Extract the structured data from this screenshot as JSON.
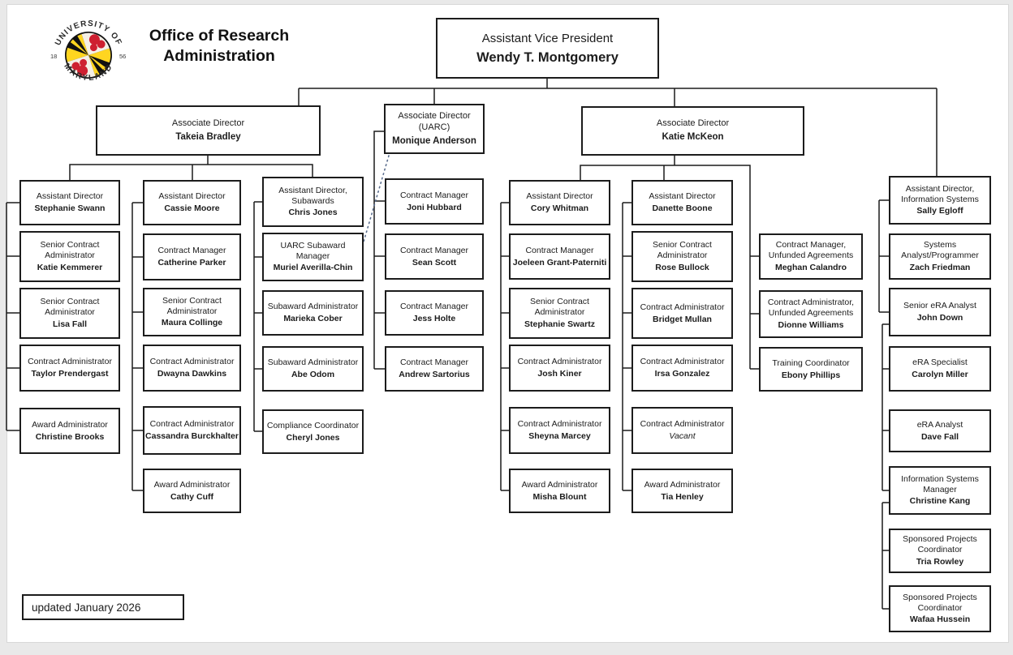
{
  "page": {
    "title": "Office of Research Administration",
    "footer_note": "updated January 2026",
    "logo": {
      "arc_top": "UNIVERSITY OF",
      "arc_bottom": "MARYLAND",
      "year_left": "18",
      "year_right": "56"
    },
    "colors": {
      "line": "#1c1c1c",
      "dotted_line": "#5b6e8e",
      "seal_red": "#ce2030",
      "seal_yellow": "#ffd520"
    }
  },
  "org": {
    "root": {
      "role": "Assistant Vice President",
      "name": "Wendy T. Montgomery"
    },
    "directors": {
      "bradley": {
        "role": "Associate Director",
        "name": "Takeia Bradley"
      },
      "anderson": {
        "role": "Associate Director (UARC)",
        "name": "Monique Anderson"
      },
      "mckeon": {
        "role": "Associate Director",
        "name": "Katie McKeon"
      }
    },
    "columns": [
      {
        "boxes": [
          {
            "role": "Assistant Director",
            "name": "Stephanie Swann"
          },
          {
            "role": "Senior Contract Administrator",
            "name": "Katie Kemmerer"
          },
          {
            "role": "Senior Contract Administrator",
            "name": "Lisa Fall"
          },
          {
            "role": "Contract Administrator",
            "name": "Taylor Prendergast"
          },
          {
            "role": "Award Administrator",
            "name": "Christine Brooks"
          }
        ]
      },
      {
        "boxes": [
          {
            "role": "Assistant Director",
            "name": "Cassie Moore"
          },
          {
            "role": "Contract Manager",
            "name": "Catherine Parker"
          },
          {
            "role": "Senior Contract Administrator",
            "name": "Maura Collinge"
          },
          {
            "role": "Contract Administrator",
            "name": "Dwayna Dawkins"
          },
          {
            "role": "Contract Administrator",
            "name": "Cassandra Burckhalter"
          },
          {
            "role": "Award Administrator",
            "name": "Cathy Cuff"
          }
        ]
      },
      {
        "boxes": [
          {
            "role": "Assistant Director, Subawards",
            "name": "Chris Jones"
          },
          {
            "role": "UARC Subaward Manager",
            "name": "Muriel Averilla-Chin"
          },
          {
            "role": "Subaward Administrator",
            "name": "Marieka Cober"
          },
          {
            "role": "Subaward Administrator",
            "name": "Abe Odom"
          },
          {
            "role": "Compliance Coordinator",
            "name": "Cheryl Jones"
          }
        ]
      },
      {
        "boxes": [
          {
            "role": "Contract Manager",
            "name": "Joni Hubbard"
          },
          {
            "role": "Contract Manager",
            "name": "Sean Scott"
          },
          {
            "role": "Contract Manager",
            "name": "Jess Holte"
          },
          {
            "role": "Contract Manager",
            "name": "Andrew Sartorius"
          }
        ]
      },
      {
        "boxes": [
          {
            "role": "Assistant Director",
            "name": "Cory Whitman"
          },
          {
            "role": "Contract Manager",
            "name": "Joeleen Grant-Paterniti"
          },
          {
            "role": "Senior Contract Administrator",
            "name": "Stephanie Swartz"
          },
          {
            "role": "Contract Administrator",
            "name": "Josh Kiner"
          },
          {
            "role": "Contract Administrator",
            "name": "Sheyna Marcey"
          },
          {
            "role": "Award Administrator",
            "name": "Misha Blount"
          }
        ]
      },
      {
        "boxes": [
          {
            "role": "Assistant Director",
            "name": "Danette Boone"
          },
          {
            "role": "Senior Contract Administrator",
            "name": "Rose Bullock"
          },
          {
            "role": "Contract Administrator",
            "name": "Bridget Mullan"
          },
          {
            "role": "Contract Administrator",
            "name": "Irsa Gonzalez"
          },
          {
            "role": "Contract Administrator",
            "name": "Vacant"
          },
          {
            "role": "Award Administrator",
            "name": "Tia Henley"
          }
        ]
      },
      {
        "boxes": [
          {
            "role": "Contract Manager, Unfunded Agreements",
            "name": "Meghan Calandro"
          },
          {
            "role": "Contract Administrator, Unfunded Agreements",
            "name": "Dionne Williams"
          },
          {
            "role": "Training Coordinator",
            "name": "Ebony Phillips"
          }
        ]
      },
      {
        "boxes": [
          {
            "role": "Assistant Director, Information Systems",
            "name": "Sally Egloff"
          },
          {
            "role": "Systems Analyst/Programmer",
            "name": "Zach Friedman"
          },
          {
            "role": "Senior eRA Analyst",
            "name": "John Down"
          },
          {
            "role": "eRA Specialist",
            "name": "Carolyn Miller"
          },
          {
            "role": "eRA Analyst",
            "name": "Dave Fall"
          },
          {
            "role": "Information Systems Manager",
            "name": "Christine Kang"
          },
          {
            "role": "Sponsored Projects Coordinator",
            "name": "Tria Rowley"
          },
          {
            "role": "Sponsored Projects Coordinator",
            "name": "Wafaa Hussein"
          }
        ]
      }
    ]
  }
}
